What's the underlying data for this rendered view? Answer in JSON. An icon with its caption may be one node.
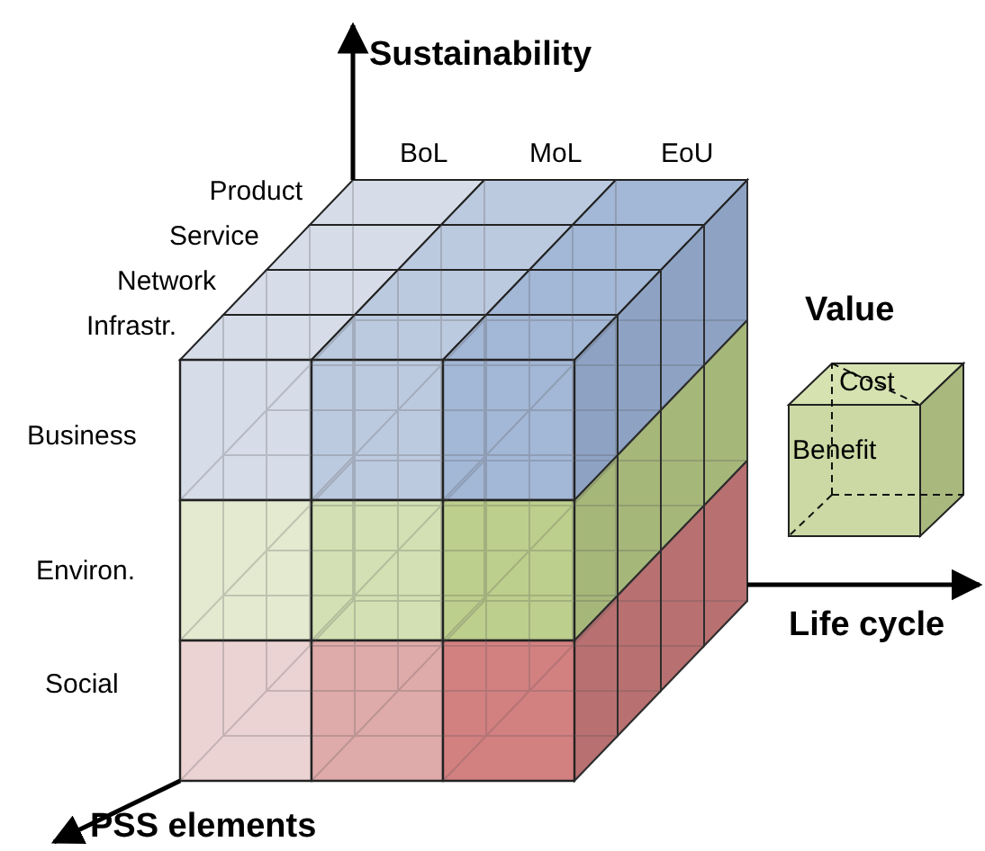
{
  "diagram": {
    "nodes": [
      {
        "text": [
          "Value",
          "Cost",
          "Benefit"
        ]
      }
    ],
    "edges": [],
    "labels": [
      "Sustainability",
      "BoL",
      "MoL",
      "EoU",
      "Product",
      "Service",
      "Network",
      "Infrastr.",
      "Business",
      "Environ.",
      "Life cycle",
      "Social",
      "PSS elements"
    ]
  }
}
